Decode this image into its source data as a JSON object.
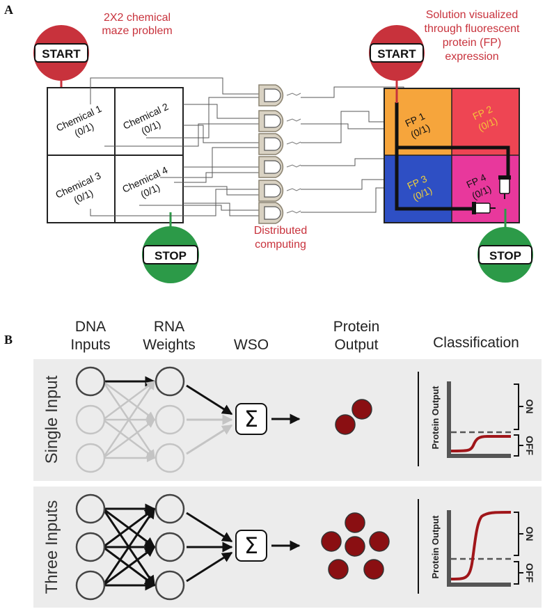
{
  "panel_a": {
    "label": "A",
    "maze_title_line1": "2X2 chemical",
    "maze_title_line2": "maze problem",
    "solution_line1": "Solution visualized",
    "solution_line2": "through fluorescent",
    "solution_line3": "protein (FP)",
    "solution_line4": "expression",
    "start_label": "START",
    "stop_label": "STOP",
    "distributed_line1": "Distributed",
    "distributed_line2": "computing",
    "cells": [
      {
        "name": "Chemical 1",
        "state": "(0/1)"
      },
      {
        "name": "Chemical 2",
        "state": "(0/1)"
      },
      {
        "name": "Chemical 3",
        "state": "(0/1)"
      },
      {
        "name": "Chemical 4",
        "state": "(0/1)"
      }
    ],
    "fp_cells": [
      {
        "name": "FP 1",
        "state": "(0/1)",
        "bg": "#f6a53c",
        "fg": "#111111"
      },
      {
        "name": "FP 2",
        "state": "(0/1)",
        "bg": "#ee4553",
        "fg": "#f6c43a"
      },
      {
        "name": "FP 3",
        "state": "(0/1)",
        "bg": "#2e4fc4",
        "fg": "#f0d03a"
      },
      {
        "name": "FP 4",
        "state": "(0/1)",
        "bg": "#e8389c",
        "fg": "#111111"
      }
    ],
    "colors": {
      "start": "#c8323c",
      "stop": "#2c9a48",
      "text_red": "#c8323c"
    }
  },
  "panel_b": {
    "label": "B",
    "col_headers": {
      "dna_1": "DNA",
      "dna_2": "Inputs",
      "rna_1": "RNA",
      "rna_2": "Weights",
      "wso": "WSO",
      "protein_1": "Protein",
      "protein_2": "Output",
      "classification": "Classification"
    },
    "row1_label": "Single Input",
    "row2_label": "Three Inputs",
    "sigma": "Σ",
    "axis_label": "Protein Output",
    "on_label": "ON",
    "off_label": "OFF",
    "colors": {
      "dot": "#8a0f12",
      "curve": "#a0161a",
      "panel_bg": "#ececec"
    }
  }
}
